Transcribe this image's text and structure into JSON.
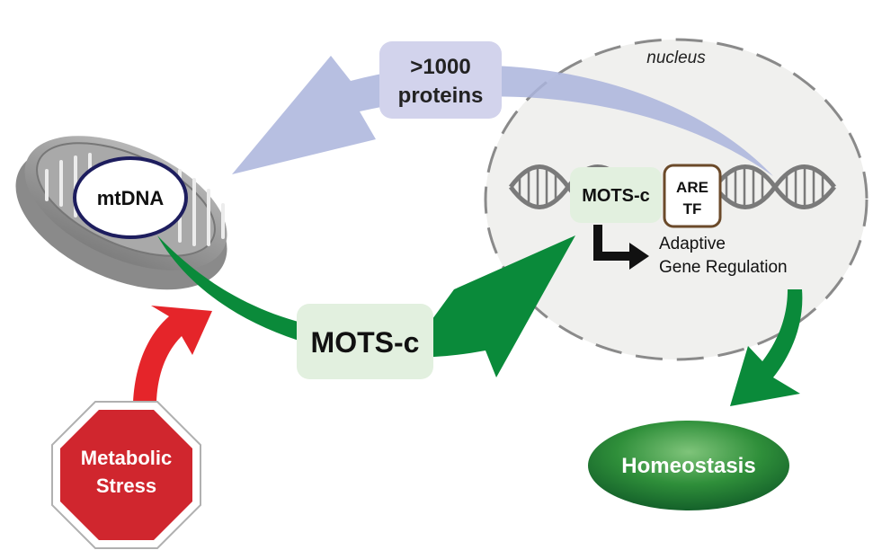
{
  "nucleus": {
    "label": "nucleus",
    "gene_box": {
      "label": "MOTS-c"
    },
    "are_tf_box": {
      "line1": "ARE",
      "line2": "TF"
    },
    "regulation": {
      "line1": "Adaptive",
      "line2": "Gene Regulation"
    }
  },
  "proteins_box": {
    "line1": ">1000",
    "line2": "proteins"
  },
  "mitochondrion": {
    "label": "mtDNA"
  },
  "mots_c_peptide": {
    "label": "MOTS-c"
  },
  "stress_sign": {
    "line1": "Metabolic",
    "line2": "Stress"
  },
  "homeostasis": {
    "label": "Homeostasis"
  },
  "colors": {
    "green_arrow": "#0a8a3a",
    "blue_arrow": "#aab4dc",
    "red_arrow": "#e5252a",
    "stop_sign": "#d0262e",
    "nucleus_fill": "#f0f0ee",
    "label_box_green": "#e2f0df",
    "label_box_blue": "#d2d3ec"
  }
}
